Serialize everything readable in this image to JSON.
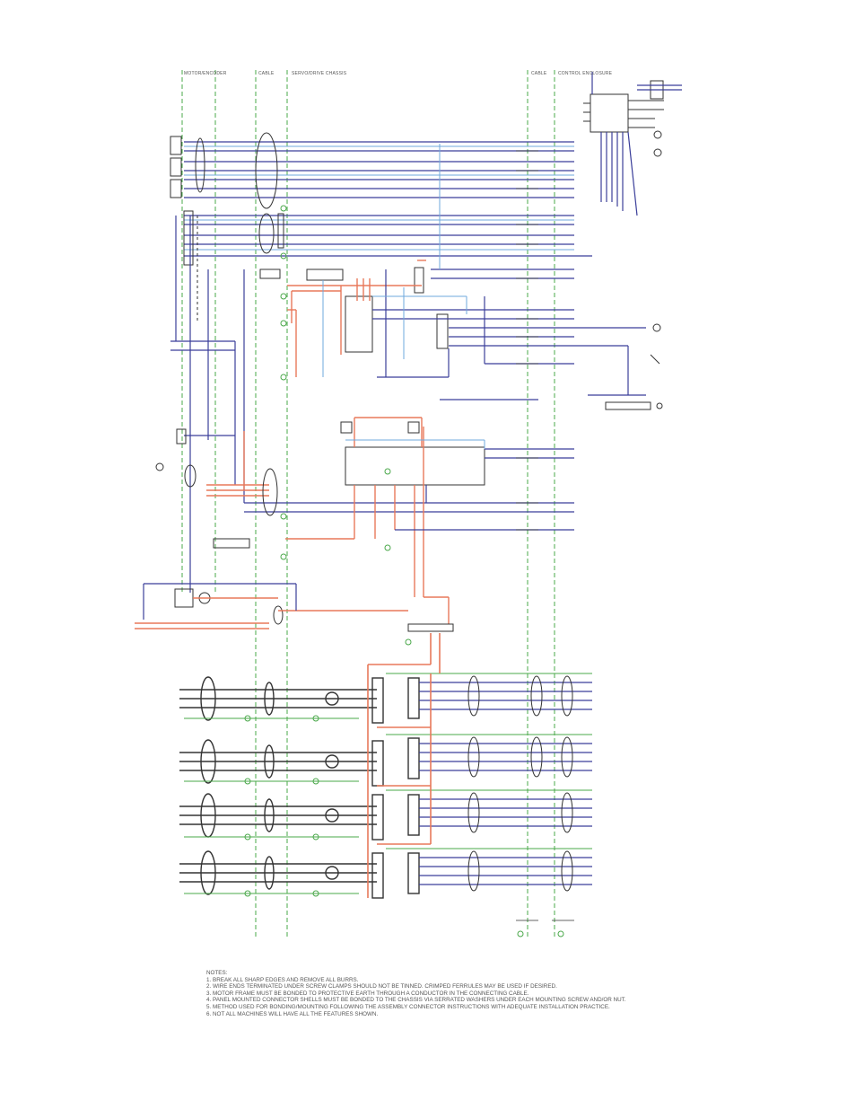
{
  "headers": {
    "col1": "MOTOR/ENCODER",
    "col2": "CABLE",
    "col3": "SERVO/DRIVE CHASSIS",
    "col4": "CABLE",
    "col5": "CONTROL ENCLOSURE"
  },
  "notes": {
    "title": "NOTES:",
    "lines": [
      "1. BREAK ALL SHARP EDGES AND REMOVE ALL BURRS.",
      "2. WIRE ENDS TERMINATED UNDER SCREW CLAMPS SHOULD NOT BE TINNED.                          CRIMPED FERRULES MAY BE USED IF DESIRED.",
      "3. MOTOR FRAME MUST BE BONDED TO PROTECTIVE EARTH THROUGH A CONDUCTOR IN THE CONNECTING CABLE.",
      "4. PANEL MOUNTED CONNECTOR SHELLS MUST BE BONDED TO THE CHASSIS VIA SERRATED WASHERS UNDER EACH MOUNTING SCREW AND/OR NUT.",
      "5. METHOD USED FOR BONDING/MOUNTING FOLLOWING THE ASSEMBLY CONNECTOR INSTRUCTIONS WITH ADEQUATE INSTALLATION PRACTICE.",
      "6. NOT ALL MACHINES WILL HAVE ALL THE FEATURES SHOWN."
    ]
  },
  "colors": {
    "power_wire": "#e8795a",
    "signal_wire": "#3b3f9a",
    "comm_wire": "#6fa8dc",
    "earth_wire": "#4aa84a",
    "component": "#333333"
  }
}
